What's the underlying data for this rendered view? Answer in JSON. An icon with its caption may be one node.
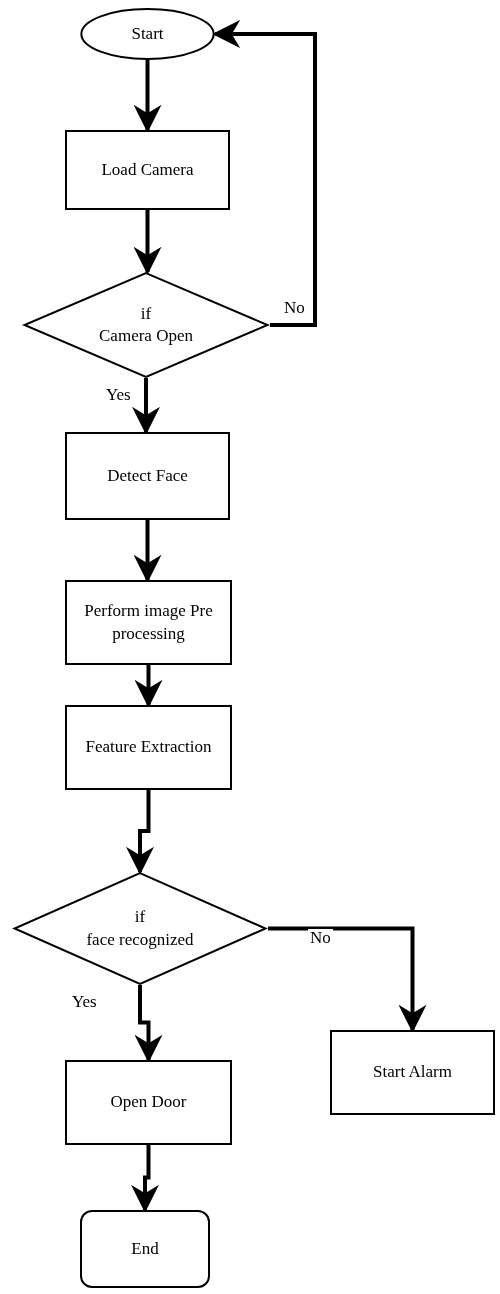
{
  "diagram": {
    "nodes": [
      {
        "text": [
          "Start"
        ]
      },
      {
        "text": [
          "Load Camera"
        ]
      },
      {
        "text": [
          "if",
          "Camera Open"
        ]
      },
      {
        "text": [
          "Detect Face"
        ]
      },
      {
        "text": [
          "Perform image Pre processing"
        ]
      },
      {
        "text": [
          "Feature Extraction"
        ]
      },
      {
        "text": [
          "if",
          "face recognized"
        ]
      },
      {
        "text": [
          "Open Door"
        ]
      },
      {
        "text": [
          "Start Alarm"
        ]
      },
      {
        "text": [
          "End"
        ]
      }
    ],
    "edges": [
      {
        "from": 0,
        "to": 1,
        "arrow": "to"
      },
      {
        "from": 1,
        "to": 2,
        "arrow": "to"
      },
      {
        "from": 2,
        "to": 0,
        "arrow": "to",
        "label": "No"
      },
      {
        "from": 2,
        "to": 3,
        "arrow": "to",
        "label": "Yes"
      },
      {
        "from": 3,
        "to": 4,
        "arrow": "to"
      },
      {
        "from": 4,
        "to": 5,
        "arrow": "to"
      },
      {
        "from": 5,
        "to": 6,
        "arrow": "to"
      },
      {
        "from": 6,
        "to": 7,
        "arrow": "to",
        "label": "Yes"
      },
      {
        "from": 6,
        "to": 8,
        "arrow": "to",
        "label": "No"
      },
      {
        "from": 7,
        "to": 9,
        "arrow": "to"
      }
    ]
  }
}
